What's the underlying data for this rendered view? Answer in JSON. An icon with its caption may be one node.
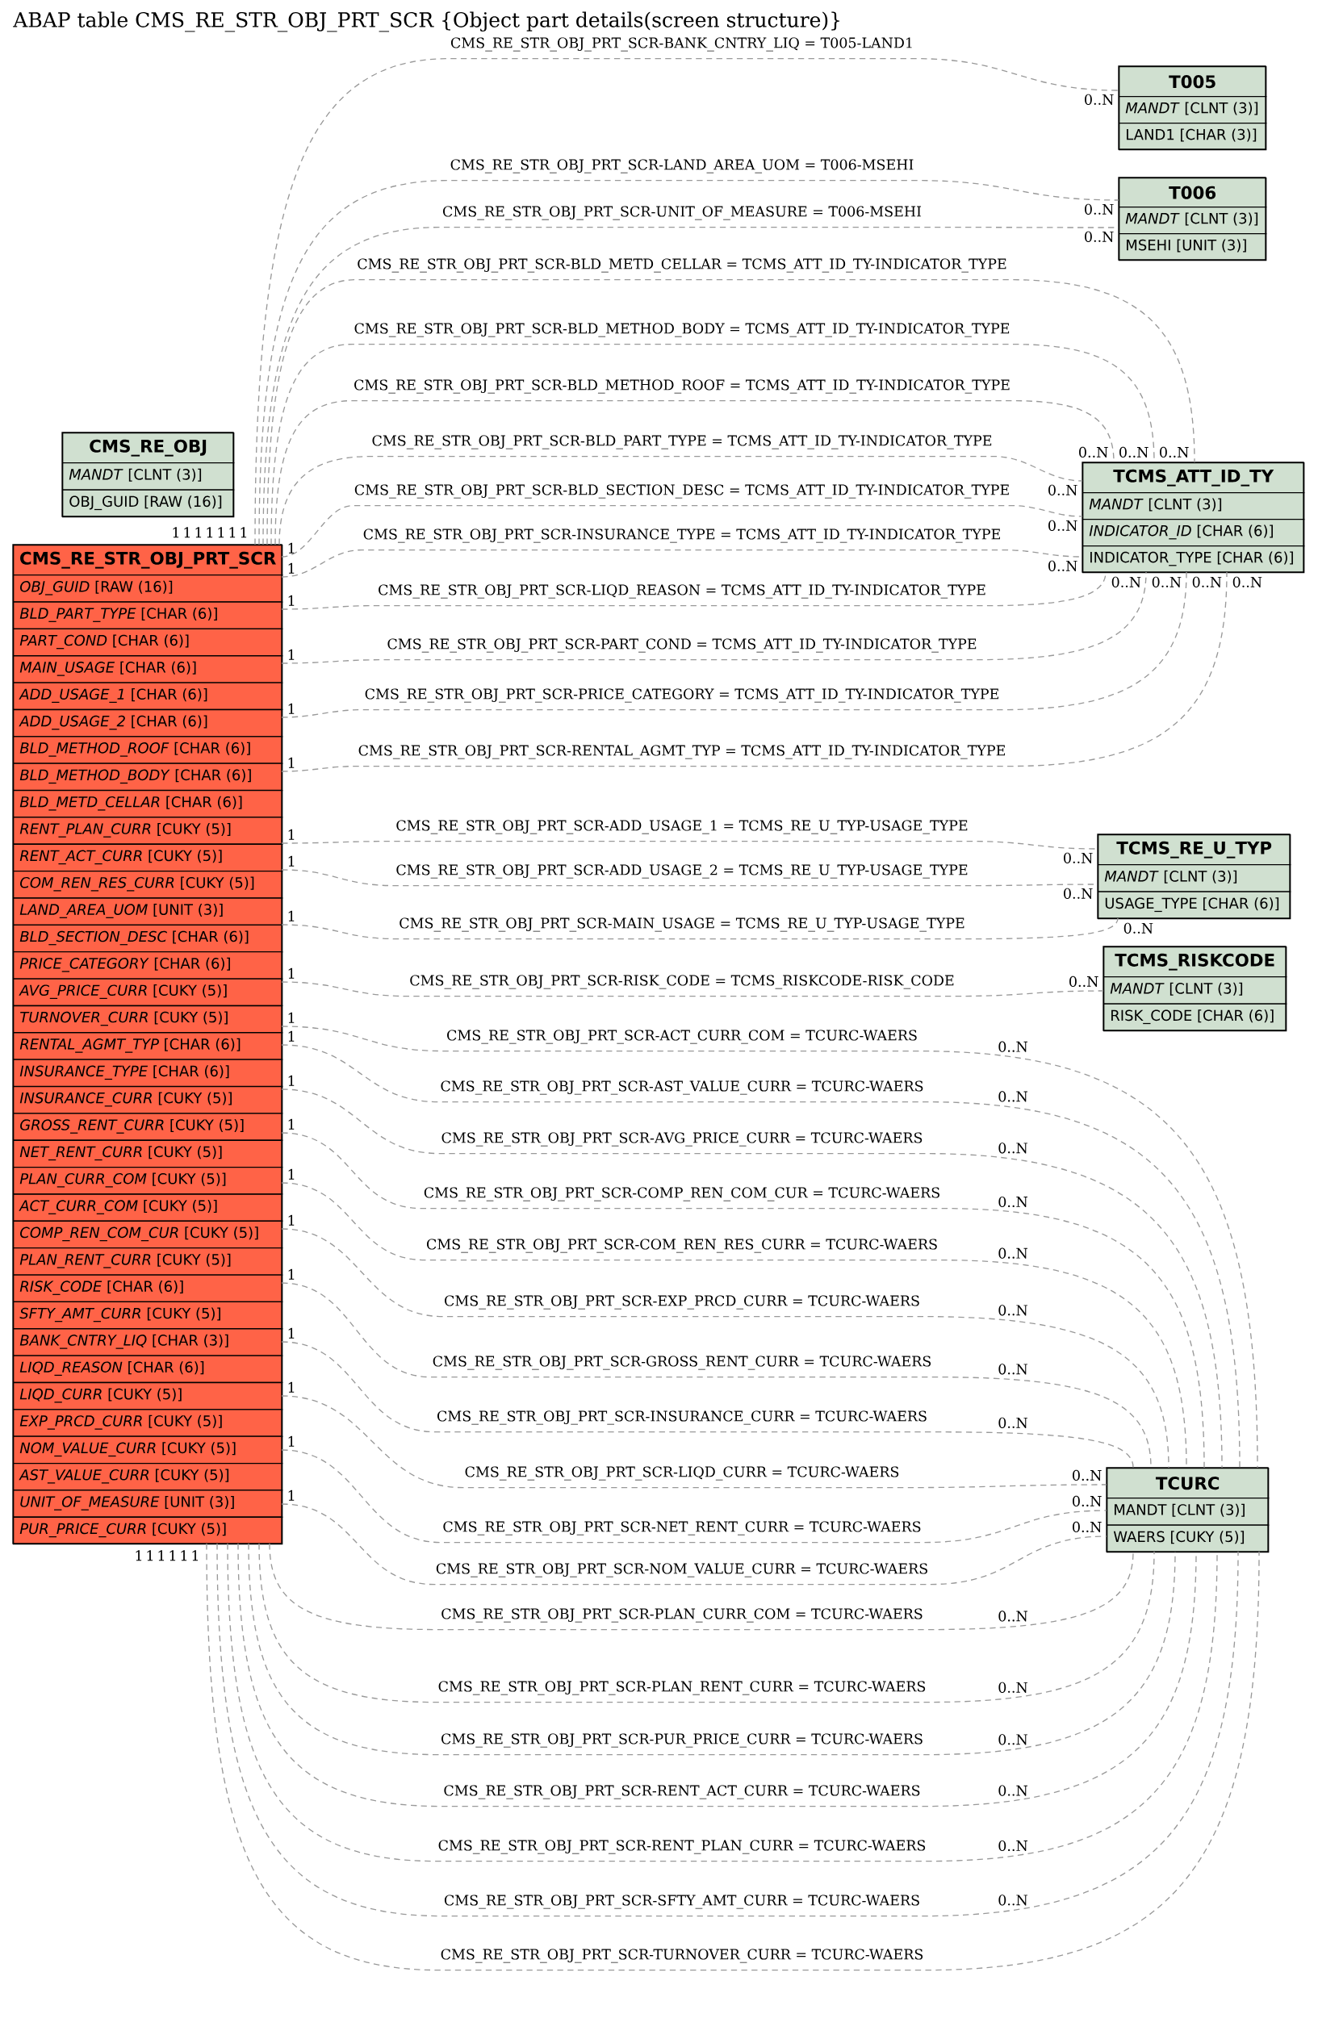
{
  "diagram": {
    "title": "ABAP table CMS_RE_STR_OBJ_PRT_SCR {Object part details(screen structure)}",
    "nodes": [
      {
        "text": [
          "CMS_RE_OBJ",
          "*MANDT* [CLNT (3)]",
          "OBJ_GUID [RAW (16)]"
        ]
      },
      {
        "text": [
          "CMS_RE_STR_OBJ_PRT_SCR",
          "*OBJ_GUID* [RAW (16)]",
          "*BLD_PART_TYPE* [CHAR (6)]",
          "*PART_COND* [CHAR (6)]",
          "*MAIN_USAGE* [CHAR (6)]",
          "*ADD_USAGE_1* [CHAR (6)]",
          "*ADD_USAGE_2* [CHAR (6)]",
          "*BLD_METHOD_ROOF* [CHAR (6)]",
          "*BLD_METHOD_BODY* [CHAR (6)]",
          "*BLD_METD_CELLAR* [CHAR (6)]",
          "*RENT_PLAN_CURR* [CUKY (5)]",
          "*RENT_ACT_CURR* [CUKY (5)]",
          "*COM_REN_RES_CURR* [CUKY (5)]",
          "*LAND_AREA_UOM* [UNIT (3)]",
          "*BLD_SECTION_DESC* [CHAR (6)]",
          "*PRICE_CATEGORY* [CHAR (6)]",
          "*AVG_PRICE_CURR* [CUKY (5)]",
          "*TURNOVER_CURR* [CUKY (5)]",
          "*RENTAL_AGMT_TYP* [CHAR (6)]",
          "*INSURANCE_TYPE* [CHAR (6)]",
          "*INSURANCE_CURR* [CUKY (5)]",
          "*GROSS_RENT_CURR* [CUKY (5)]",
          "*NET_RENT_CURR* [CUKY (5)]",
          "*PLAN_CURR_COM* [CUKY (5)]",
          "*ACT_CURR_COM* [CUKY (5)]",
          "*COMP_REN_COM_CUR* [CUKY (5)]",
          "*PLAN_RENT_CURR* [CUKY (5)]",
          "*RISK_CODE* [CHAR (6)]",
          "*SFTY_AMT_CURR* [CUKY (5)]",
          "*BANK_CNTRY_LIQ* [CHAR (3)]",
          "*LIQD_REASON* [CHAR (6)]",
          "*LIQD_CURR* [CUKY (5)]",
          "*EXP_PRCD_CURR* [CUKY (5)]",
          "*NOM_VALUE_CURR* [CUKY (5)]",
          "*AST_VALUE_CURR* [CUKY (5)]",
          "*UNIT_OF_MEASURE* [UNIT (3)]",
          "*PUR_PRICE_CURR* [CUKY (5)]"
        ]
      },
      {
        "text": [
          "T005",
          "*MANDT* [CLNT (3)]",
          "LAND1 [CHAR (3)]"
        ]
      },
      {
        "text": [
          "T006",
          "*MANDT* [CLNT (3)]",
          "MSEHI [UNIT (3)]"
        ]
      },
      {
        "text": [
          "TCMS_ATT_ID_TY",
          "*MANDT* [CLNT (3)]",
          "*INDICATOR_ID* [CHAR (6)]",
          "INDICATOR_TYPE [CHAR (6)]"
        ]
      },
      {
        "text": [
          "TCMS_RE_U_TYP",
          "*MANDT* [CLNT (3)]",
          "USAGE_TYPE [CHAR (6)]"
        ]
      },
      {
        "text": [
          "TCMS_RISKCODE",
          "*MANDT* [CLNT (3)]",
          "RISK_CODE [CHAR (6)]"
        ]
      },
      {
        "text": [
          "TCURC",
          "MANDT [CLNT (3)]",
          "WAERS [CUKY (5)]"
        ]
      }
    ],
    "edges": [
      {
        "from": 1,
        "to": 2,
        "arrow": "none",
        "style": "dashed",
        "label": "CMS_RE_STR_OBJ_PRT_SCR-BANK_CNTRY_LIQ = T005-LAND1"
      },
      {
        "from": 1,
        "to": 3,
        "arrow": "none",
        "style": "dashed",
        "label": "CMS_RE_STR_OBJ_PRT_SCR-LAND_AREA_UOM = T006-MSEHI"
      },
      {
        "from": 1,
        "to": 3,
        "arrow": "none",
        "style": "dashed",
        "label": "CMS_RE_STR_OBJ_PRT_SCR-UNIT_OF_MEASURE = T006-MSEHI"
      },
      {
        "from": 1,
        "to": 4,
        "arrow": "none",
        "style": "dashed",
        "label": "CMS_RE_STR_OBJ_PRT_SCR-BLD_METD_CELLAR = TCMS_ATT_ID_TY-INDICATOR_TYPE"
      },
      {
        "from": 1,
        "to": 4,
        "arrow": "none",
        "style": "dashed",
        "label": "CMS_RE_STR_OBJ_PRT_SCR-BLD_METHOD_BODY = TCMS_ATT_ID_TY-INDICATOR_TYPE"
      },
      {
        "from": 1,
        "to": 4,
        "arrow": "none",
        "style": "dashed",
        "label": "CMS_RE_STR_OBJ_PRT_SCR-BLD_METHOD_ROOF = TCMS_ATT_ID_TY-INDICATOR_TYPE"
      },
      {
        "from": 1,
        "to": 4,
        "arrow": "none",
        "style": "dashed",
        "label": "CMS_RE_STR_OBJ_PRT_SCR-BLD_PART_TYPE = TCMS_ATT_ID_TY-INDICATOR_TYPE"
      },
      {
        "from": 1,
        "to": 4,
        "arrow": "none",
        "style": "dashed",
        "label": "CMS_RE_STR_OBJ_PRT_SCR-BLD_SECTION_DESC = TCMS_ATT_ID_TY-INDICATOR_TYPE"
      },
      {
        "from": 1,
        "to": 4,
        "arrow": "none",
        "style": "dashed",
        "label": "CMS_RE_STR_OBJ_PRT_SCR-INSURANCE_TYPE = TCMS_ATT_ID_TY-INDICATOR_TYPE"
      },
      {
        "from": 1,
        "to": 4,
        "arrow": "none",
        "style": "dashed",
        "label": "CMS_RE_STR_OBJ_PRT_SCR-LIQD_REASON = TCMS_ATT_ID_TY-INDICATOR_TYPE"
      },
      {
        "from": 1,
        "to": 4,
        "arrow": "none",
        "style": "dashed",
        "label": "CMS_RE_STR_OBJ_PRT_SCR-PART_COND = TCMS_ATT_ID_TY-INDICATOR_TYPE"
      },
      {
        "from": 1,
        "to": 4,
        "arrow": "none",
        "style": "dashed",
        "label": "CMS_RE_STR_OBJ_PRT_SCR-PRICE_CATEGORY = TCMS_ATT_ID_TY-INDICATOR_TYPE"
      },
      {
        "from": 1,
        "to": 4,
        "arrow": "none",
        "style": "dashed",
        "label": "CMS_RE_STR_OBJ_PRT_SCR-RENTAL_AGMT_TYP = TCMS_ATT_ID_TY-INDICATOR_TYPE"
      },
      {
        "from": 1,
        "to": 5,
        "arrow": "none",
        "style": "dashed",
        "label": "CMS_RE_STR_OBJ_PRT_SCR-ADD_USAGE_1 = TCMS_RE_U_TYP-USAGE_TYPE"
      },
      {
        "from": 1,
        "to": 5,
        "arrow": "none",
        "style": "dashed",
        "label": "CMS_RE_STR_OBJ_PRT_SCR-ADD_USAGE_2 = TCMS_RE_U_TYP-USAGE_TYPE"
      },
      {
        "from": 1,
        "to": 5,
        "arrow": "none",
        "style": "dashed",
        "label": "CMS_RE_STR_OBJ_PRT_SCR-MAIN_USAGE = TCMS_RE_U_TYP-USAGE_TYPE"
      },
      {
        "from": 1,
        "to": 6,
        "arrow": "none",
        "style": "dashed",
        "label": "CMS_RE_STR_OBJ_PRT_SCR-RISK_CODE = TCMS_RISKCODE-RISK_CODE"
      },
      {
        "from": 1,
        "to": 7,
        "arrow": "none",
        "style": "dashed",
        "label": "CMS_RE_STR_OBJ_PRT_SCR-ACT_CURR_COM = TCURC-WAERS"
      },
      {
        "from": 1,
        "to": 7,
        "arrow": "none",
        "style": "dashed",
        "label": "CMS_RE_STR_OBJ_PRT_SCR-AST_VALUE_CURR = TCURC-WAERS"
      },
      {
        "from": 1,
        "to": 7,
        "arrow": "none",
        "style": "dashed",
        "label": "CMS_RE_STR_OBJ_PRT_SCR-AVG_PRICE_CURR = TCURC-WAERS"
      },
      {
        "from": 1,
        "to": 7,
        "arrow": "none",
        "style": "dashed",
        "label": "CMS_RE_STR_OBJ_PRT_SCR-COMP_REN_COM_CUR = TCURC-WAERS"
      },
      {
        "from": 1,
        "to": 7,
        "arrow": "none",
        "style": "dashed",
        "label": "CMS_RE_STR_OBJ_PRT_SCR-COM_REN_RES_CURR = TCURC-WAERS"
      },
      {
        "from": 1,
        "to": 7,
        "arrow": "none",
        "style": "dashed",
        "label": "CMS_RE_STR_OBJ_PRT_SCR-EXP_PRCD_CURR = TCURC-WAERS"
      },
      {
        "from": 1,
        "to": 7,
        "arrow": "none",
        "style": "dashed",
        "label": "CMS_RE_STR_OBJ_PRT_SCR-GROSS_RENT_CURR = TCURC-WAERS"
      },
      {
        "from": 1,
        "to": 7,
        "arrow": "none",
        "style": "dashed",
        "label": "CMS_RE_STR_OBJ_PRT_SCR-INSURANCE_CURR = TCURC-WAERS"
      },
      {
        "from": 1,
        "to": 7,
        "arrow": "none",
        "style": "dashed",
        "label": "CMS_RE_STR_OBJ_PRT_SCR-LIQD_CURR = TCURC-WAERS"
      },
      {
        "from": 1,
        "to": 7,
        "arrow": "none",
        "style": "dashed",
        "label": "CMS_RE_STR_OBJ_PRT_SCR-NET_RENT_CURR = TCURC-WAERS"
      },
      {
        "from": 1,
        "to": 7,
        "arrow": "none",
        "style": "dashed",
        "label": "CMS_RE_STR_OBJ_PRT_SCR-NOM_VALUE_CURR = TCURC-WAERS"
      },
      {
        "from": 1,
        "to": 7,
        "arrow": "none",
        "style": "dashed",
        "label": "CMS_RE_STR_OBJ_PRT_SCR-PLAN_CURR_COM = TCURC-WAERS"
      },
      {
        "from": 1,
        "to": 7,
        "arrow": "none",
        "style": "dashed",
        "label": "CMS_RE_STR_OBJ_PRT_SCR-PLAN_RENT_CURR = TCURC-WAERS"
      },
      {
        "from": 1,
        "to": 7,
        "arrow": "none",
        "style": "dashed",
        "label": "CMS_RE_STR_OBJ_PRT_SCR-PUR_PRICE_CURR = TCURC-WAERS"
      },
      {
        "from": 1,
        "to": 7,
        "arrow": "none",
        "style": "dashed",
        "label": "CMS_RE_STR_OBJ_PRT_SCR-RENT_ACT_CURR = TCURC-WAERS"
      },
      {
        "from": 1,
        "to": 7,
        "arrow": "none",
        "style": "dashed",
        "label": "CMS_RE_STR_OBJ_PRT_SCR-RENT_PLAN_CURR = TCURC-WAERS"
      },
      {
        "from": 1,
        "to": 7,
        "arrow": "none",
        "style": "dashed",
        "label": "CMS_RE_STR_OBJ_PRT_SCR-SFTY_AMT_CURR = TCURC-WAERS"
      },
      {
        "from": 1,
        "to": 7,
        "arrow": "none",
        "style": "dashed",
        "label": "CMS_RE_STR_OBJ_PRT_SCR-TURNOVER_CURR = TCURC-WAERS"
      }
    ],
    "labels": [
      "1",
      "0..N",
      "1",
      "0..N",
      "1",
      "0..N",
      "1",
      "0..N",
      "1",
      "0..N",
      "1",
      "0..N",
      "1",
      "0..N",
      "1",
      "0..N",
      "1",
      "0..N",
      "1",
      "0..N",
      "1",
      "0..N",
      "1",
      "0..N",
      "1",
      "0..N",
      "1",
      "0..N",
      "1",
      "0..N",
      "1",
      "0..N",
      "1",
      "0..N",
      "1",
      "0..N",
      "1",
      "0..N",
      "1",
      "0..N",
      "1",
      "0..N",
      "1",
      "0..N",
      "1",
      "0..N",
      "1",
      "0..N",
      "1",
      "0..N",
      "1",
      "0..N",
      "1",
      "0..N",
      "1",
      "0..N",
      "1",
      "0..N",
      "1",
      "0..N",
      "1",
      "0..N",
      "1",
      "0..N",
      "1",
      "0..N",
      "1",
      "0..N"
    ]
  }
}
